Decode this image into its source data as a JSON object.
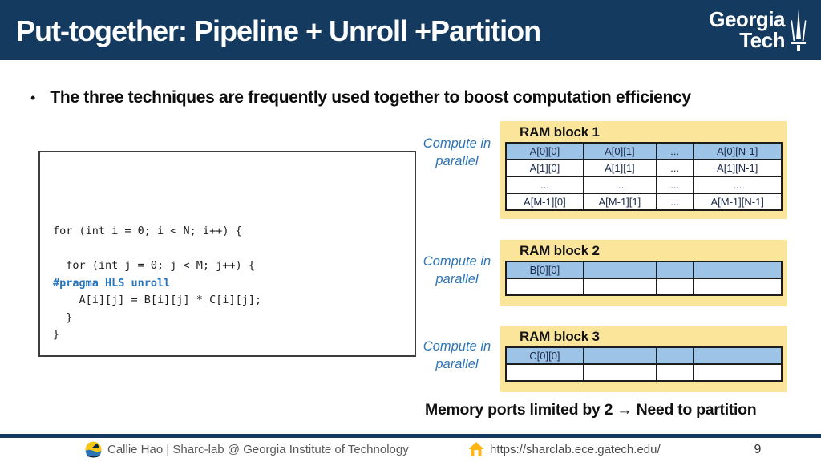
{
  "header": {
    "title": "Put-together: Pipeline + Unroll +Partition",
    "logo": {
      "line1": "Georgia",
      "line2": "Tech"
    }
  },
  "bullet": {
    "marker": "•",
    "text": "The three techniques are frequently used together to boost computation efficiency"
  },
  "code": {
    "lines": [
      "for (int i = 0; i < N; i++) {",
      "",
      "  for (int j = 0; j < M; j++) {",
      "#pragma HLS unroll",
      "    A[i][j] = B[i][j] * C[i][j];",
      "  }",
      "}"
    ]
  },
  "compute_labels": [
    "Compute in parallel",
    "Compute in parallel",
    "Compute in parallel"
  ],
  "ram_blocks": [
    {
      "title": "RAM block 1",
      "rows": [
        [
          "A[0][0]",
          "A[0][1]",
          "...",
          "A[0][N-1]"
        ],
        [
          "A[1][0]",
          "A[1][1]",
          "...",
          "A[1][N-1]"
        ],
        [
          "...",
          "...",
          "...",
          "..."
        ],
        [
          "A[M-1][0]",
          "A[M-1][1]",
          "...",
          "A[M-1][N-1]"
        ]
      ]
    },
    {
      "title": "RAM block 2",
      "rows": [
        [
          "B[0][0]",
          "",
          "",
          ""
        ],
        [
          "",
          "",
          "",
          ""
        ]
      ]
    },
    {
      "title": "RAM block 3",
      "rows": [
        [
          "C[0][0]",
          "",
          "",
          ""
        ],
        [
          "",
          "",
          "",
          ""
        ]
      ]
    }
  ],
  "note": {
    "text": "Memory ports limited by 2 → Need to partition"
  },
  "footer": {
    "author": "Callie Hao | Sharc-lab @ Georgia Institute of Technology",
    "url": "https://sharclab.ece.gatech.edu/",
    "page": "9"
  },
  "colors": {
    "header_navy": "#143a60",
    "panel_yellow": "#fbe59b",
    "table_row_blue": "#9dc3e6",
    "label_blue": "#2e75b6",
    "pragma_blue": "#2776be",
    "gt_gold": "#ffb612",
    "footer_gray": "#595959"
  }
}
